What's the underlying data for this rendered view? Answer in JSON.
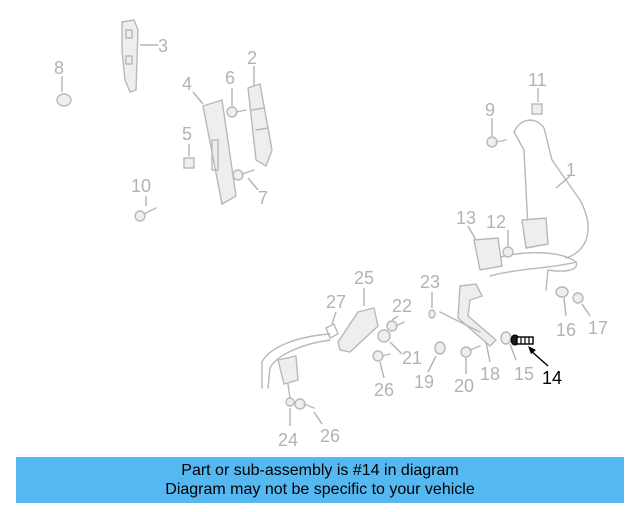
{
  "highlight_color": "#000000",
  "label_color": "#b3b3b3",
  "banner_color": "#55b8f0",
  "callouts": [
    {
      "key": "c1",
      "text": "1"
    },
    {
      "key": "c2",
      "text": "2"
    },
    {
      "key": "c3",
      "text": "3"
    },
    {
      "key": "c4",
      "text": "4"
    },
    {
      "key": "c5",
      "text": "5"
    },
    {
      "key": "c6",
      "text": "6"
    },
    {
      "key": "c7",
      "text": "7"
    },
    {
      "key": "c8",
      "text": "8"
    },
    {
      "key": "c9",
      "text": "9"
    },
    {
      "key": "c10",
      "text": "10"
    },
    {
      "key": "c11",
      "text": "11"
    },
    {
      "key": "c12",
      "text": "12"
    },
    {
      "key": "c13",
      "text": "13"
    },
    {
      "key": "c14",
      "text": "14",
      "highlighted": true
    },
    {
      "key": "c15",
      "text": "15"
    },
    {
      "key": "c16",
      "text": "16"
    },
    {
      "key": "c17",
      "text": "17"
    },
    {
      "key": "c18",
      "text": "18"
    },
    {
      "key": "c19",
      "text": "19"
    },
    {
      "key": "c20",
      "text": "20"
    },
    {
      "key": "c21",
      "text": "21"
    },
    {
      "key": "c22",
      "text": "22"
    },
    {
      "key": "c23",
      "text": "23"
    },
    {
      "key": "c24",
      "text": "24"
    },
    {
      "key": "c25",
      "text": "25"
    },
    {
      "key": "c26a",
      "text": "26"
    },
    {
      "key": "c26b",
      "text": "26"
    },
    {
      "key": "c27",
      "text": "27"
    }
  ],
  "caption": {
    "line1": "Part or sub-assembly is #14 in diagram",
    "line2": "Diagram may not be specific to your vehicle"
  }
}
